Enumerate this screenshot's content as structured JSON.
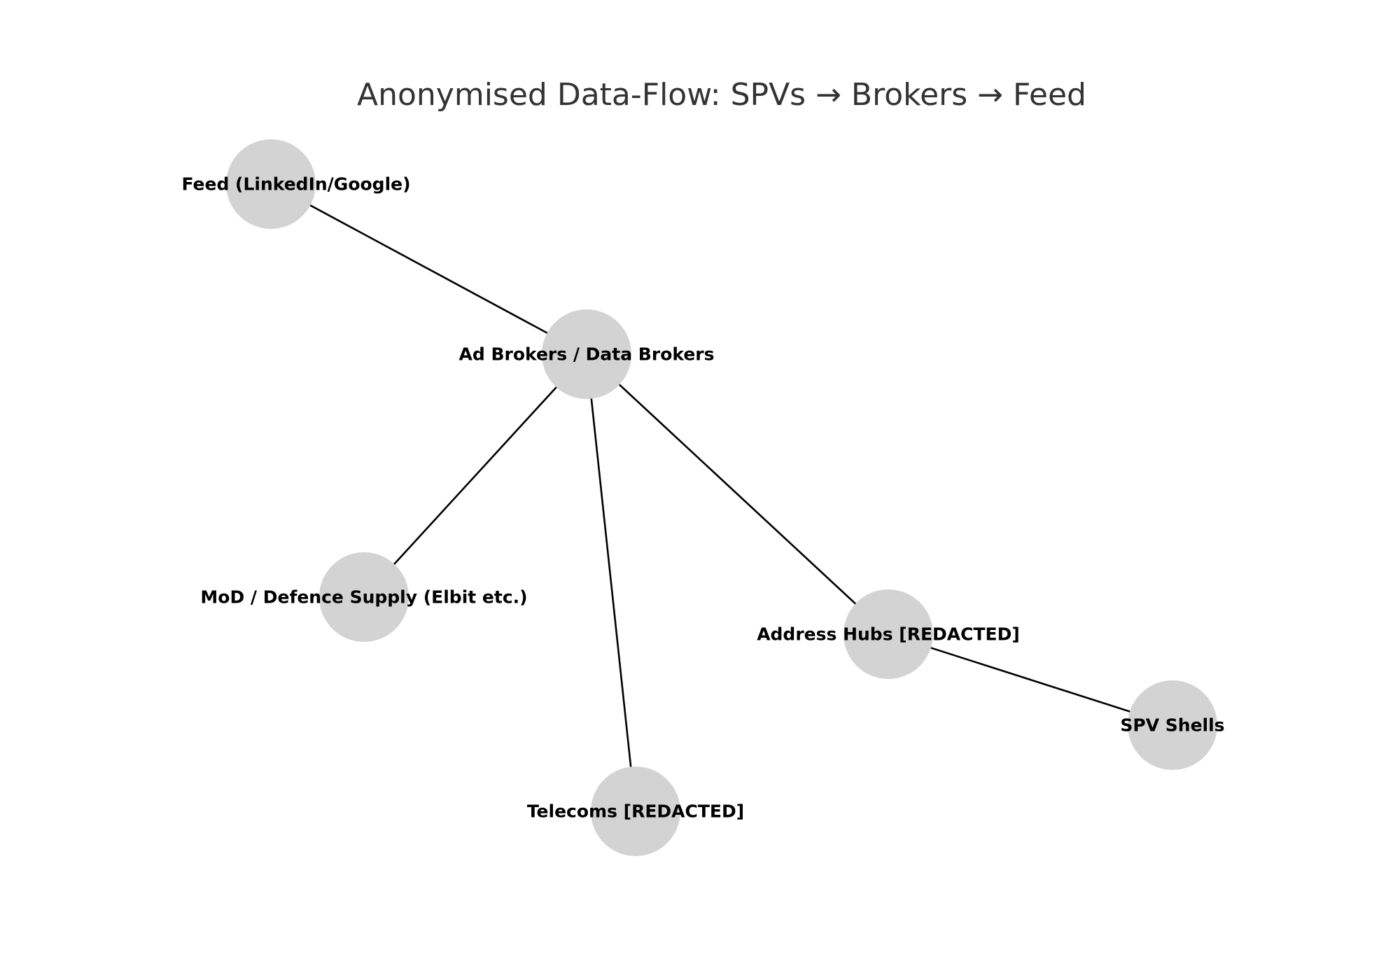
{
  "title": "Anonymised Data-Flow: SPVs → Brokers → Feed",
  "colors": {
    "node_fill": "#d3d3d3",
    "edge": "#000000",
    "title": "#333333",
    "label": "#000000"
  },
  "nodes": [
    {
      "id": "feed",
      "label": "Feed (LinkedIn/Google)"
    },
    {
      "id": "brokers",
      "label": "Ad Brokers / Data Brokers"
    },
    {
      "id": "mod",
      "label": "MoD / Defence Supply (Elbit etc.)"
    },
    {
      "id": "telecoms",
      "label": "Telecoms [REDACTED]"
    },
    {
      "id": "address",
      "label": "Address Hubs [REDACTED]"
    },
    {
      "id": "spv",
      "label": "SPV Shells"
    }
  ],
  "edges": [
    {
      "from": "feed",
      "to": "brokers"
    },
    {
      "from": "brokers",
      "to": "mod"
    },
    {
      "from": "brokers",
      "to": "telecoms"
    },
    {
      "from": "brokers",
      "to": "address"
    },
    {
      "from": "address",
      "to": "spv"
    }
  ]
}
